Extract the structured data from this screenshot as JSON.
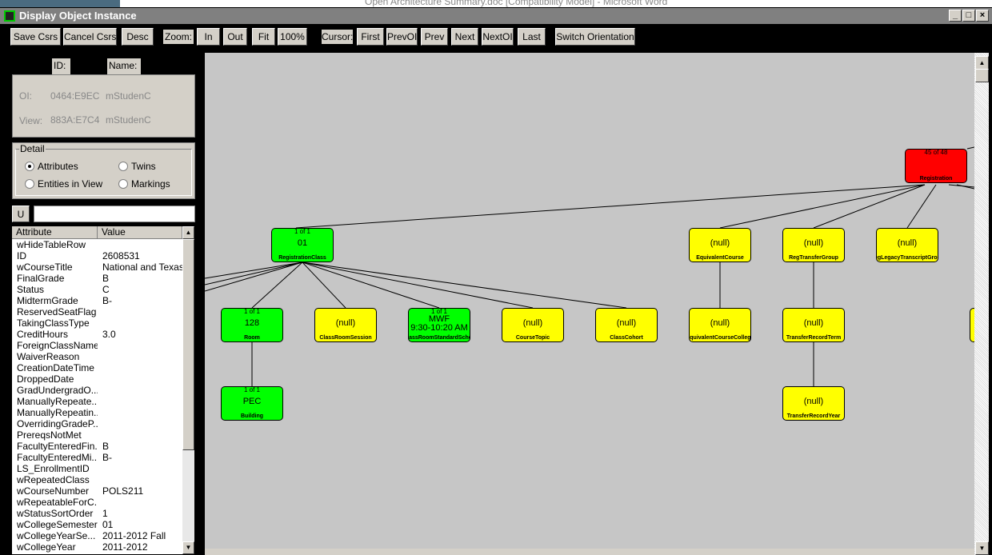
{
  "background_window": {
    "title": "Open Architecture Summary.doc [Compatibility Model]  -  Microsoft Word"
  },
  "window": {
    "title": "Display Object Instance",
    "controls": [
      "_",
      "□",
      "×"
    ]
  },
  "toolbar": {
    "save": "Save Csrs",
    "cancel": "Cancel Csrs",
    "desc": "Desc",
    "zoom_label": "Zoom:",
    "in": "In",
    "out": "Out",
    "fit": "Fit",
    "hundred": "100%",
    "cursor_label": "Cursor:",
    "first": "First",
    "prevoi": "PrevOI",
    "prev": "Prev",
    "next": "Next",
    "nextoi": "NextOI",
    "last": "Last",
    "switch": "Switch Orientation"
  },
  "ids": {
    "id_tab": "ID:",
    "name_tab": "Name:",
    "oi_label": "OI:",
    "oi_id": "0464:E9EC",
    "oi_name": "mStudenC",
    "view_label": "View:",
    "view_id": "883A:E7C4",
    "view_name": "mStudenC"
  },
  "detail": {
    "title": "Detail",
    "options": [
      {
        "label": "Attributes",
        "selected": true
      },
      {
        "label": "Twins",
        "selected": false
      },
      {
        "label": "Entities in View",
        "selected": false
      },
      {
        "label": "Markings",
        "selected": false
      }
    ]
  },
  "filter": {
    "button": "U",
    "value": ""
  },
  "grid": {
    "headers": [
      "Attribute",
      "Value"
    ],
    "rows": [
      [
        "wHideTableRow",
        ""
      ],
      [
        "ID",
        "2608531"
      ],
      [
        "wCourseTitle",
        "National and Texas Co"
      ],
      [
        "FinalGrade",
        "B"
      ],
      [
        "Status",
        "C"
      ],
      [
        "MidtermGrade",
        "B-"
      ],
      [
        "ReservedSeatFlag",
        ""
      ],
      [
        "TakingClassType",
        ""
      ],
      [
        "CreditHours",
        "3.0"
      ],
      [
        "ForeignClassName",
        ""
      ],
      [
        "WaiverReason",
        ""
      ],
      [
        "CreationDateTime",
        ""
      ],
      [
        "DroppedDate",
        ""
      ],
      [
        "GradUndergradO...",
        ""
      ],
      [
        "ManuallyRepeate...",
        ""
      ],
      [
        "ManuallyRepeatin...",
        ""
      ],
      [
        "OverridingGradeP...",
        ""
      ],
      [
        "PrereqsNotMet",
        ""
      ],
      [
        "FacultyEnteredFin...",
        "B"
      ],
      [
        "FacultyEnteredMi...",
        "B-"
      ],
      [
        "LS_EnrollmentID",
        ""
      ],
      [
        "wRepeatedClass",
        ""
      ],
      [
        "wCourseNumber",
        "POLS211"
      ],
      [
        "wRepeatableForC...",
        ""
      ],
      [
        "wStatusSortOrder",
        "1"
      ],
      [
        "wCollegeSemester",
        "01"
      ],
      [
        "wCollegeYearSe...",
        "2011-2012 Fall"
      ],
      [
        "wCollegeYear",
        "2011-2012"
      ]
    ]
  },
  "diagram": {
    "nodes": [
      {
        "count": "45 of 48",
        "value": "",
        "type": "Registration",
        "color": "#ff0000"
      },
      {
        "count": "1 of 1",
        "value": "01",
        "type": "RegistrationClass",
        "color": "#00ff00"
      },
      {
        "count": "",
        "value": "(null)",
        "type": "EquivalentCourse",
        "color": "#ffff00"
      },
      {
        "count": "",
        "value": "(null)",
        "type": "RegTransferGroup",
        "color": "#ffff00"
      },
      {
        "count": "",
        "value": "(null)",
        "type": "RegLegacyTranscriptGroup",
        "color": "#ffff00"
      },
      {
        "count": "1 of 1",
        "value": "128",
        "type": "Room",
        "color": "#00ff00"
      },
      {
        "count": "",
        "value": "(null)",
        "type": "ClassRoomSession",
        "color": "#ffff00"
      },
      {
        "count": "1 of 1",
        "value": "MWF\n9:30-10:20 AM",
        "type": "ClassRoomStandardSched",
        "color": "#00ff00"
      },
      {
        "count": "",
        "value": "(null)",
        "type": "CourseTopic",
        "color": "#ffff00"
      },
      {
        "count": "",
        "value": "(null)",
        "type": "ClassCohort",
        "color": "#ffff00"
      },
      {
        "count": "",
        "value": "(null)",
        "type": "EquivalentCourseCollege",
        "color": "#ffff00"
      },
      {
        "count": "",
        "value": "(null)",
        "type": "TransferRecordTerm",
        "color": "#ffff00"
      },
      {
        "count": "1 of 1",
        "value": "PEC",
        "type": "Building",
        "color": "#00ff00"
      },
      {
        "count": "",
        "value": "(null)",
        "type": "TransferRecordYear",
        "color": "#ffff00"
      }
    ]
  }
}
